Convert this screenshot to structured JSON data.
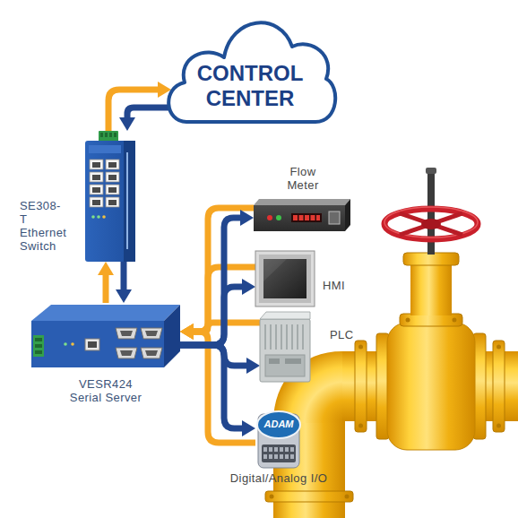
{
  "diagram": {
    "nodes": [
      {
        "text": [
          "CONTROL CENTER"
        ]
      },
      {
        "text": [
          "SE308-T Ethernet Switch"
        ]
      },
      {
        "text": [
          "Flow Meter"
        ]
      },
      {
        "text": [
          "HMI"
        ]
      },
      {
        "text": [
          "VESR424 Serial Server"
        ]
      },
      {
        "text": [
          "PLC"
        ]
      },
      {
        "text": [
          "ADAM",
          "Digital/Analog I/O"
        ]
      }
    ],
    "edges": [
      {
        "from": 1,
        "to": 0,
        "arrow": "to"
      },
      {
        "from": 0,
        "to": 1,
        "arrow": "to"
      },
      {
        "from": 4,
        "to": 1,
        "arrow": "to"
      },
      {
        "from": 1,
        "to": 4,
        "arrow": "to"
      },
      {
        "from": 4,
        "to": 2,
        "arrow": "to"
      },
      {
        "from": 4,
        "to": 3,
        "arrow": "to"
      },
      {
        "from": 4,
        "to": 5,
        "arrow": "to"
      },
      {
        "from": 4,
        "to": 6,
        "arrow": "to"
      },
      {
        "from": 2,
        "to": 4,
        "arrow": "to"
      },
      {
        "from": 3,
        "to": 4,
        "arrow": "to"
      },
      {
        "from": 5,
        "to": 4,
        "arrow": "to"
      },
      {
        "from": 6,
        "to": 4,
        "arrow": "to"
      }
    ]
  }
}
